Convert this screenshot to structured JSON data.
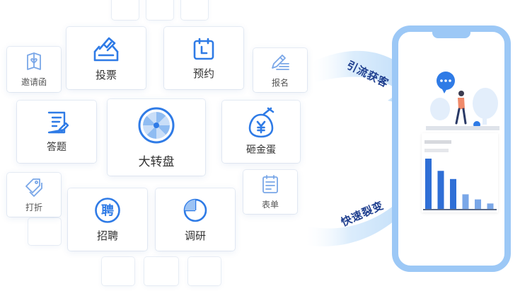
{
  "colors": {
    "accent": "#2f7be6",
    "phone_frame": "#8fc1f5",
    "bar": "#2f6fd6",
    "bar_light": "#7aa7e8",
    "arrow": "#cfe5fb"
  },
  "features": {
    "vote": {
      "label": "投票",
      "icon": "ballot-box-icon"
    },
    "reserve": {
      "label": "预约",
      "icon": "calendar-icon"
    },
    "invite": {
      "label": "邀请函",
      "icon": "invitation-card-icon"
    },
    "signup": {
      "label": "报名",
      "icon": "pen-list-icon"
    },
    "quiz": {
      "label": "答题",
      "icon": "quiz-sheet-icon"
    },
    "wheel": {
      "label": "大转盘",
      "icon": "lucky-wheel-icon"
    },
    "egg": {
      "label": "砸金蛋",
      "icon": "golden-egg-icon"
    },
    "discount": {
      "label": "打折",
      "icon": "price-tag-icon"
    },
    "form": {
      "label": "表单",
      "icon": "form-icon"
    },
    "hire": {
      "label": "招聘",
      "icon": "hire-badge-icon"
    },
    "survey": {
      "label": "调研",
      "icon": "pie-chart-icon"
    }
  },
  "arrows": {
    "top": "引流获客",
    "bottom": "快速裂变"
  },
  "chart_data": {
    "type": "bar",
    "values": [
      10,
      7.6,
      6,
      3,
      2,
      1.2
    ]
  }
}
